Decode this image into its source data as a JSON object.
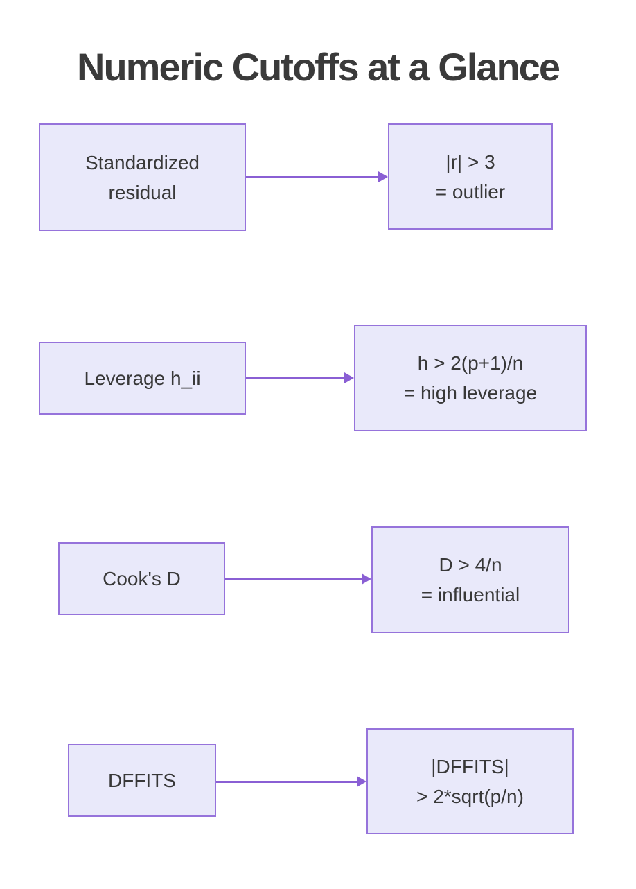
{
  "page": {
    "title": "Numeric Cutoffs at a Glance"
  },
  "colors": {
    "background": "#ffffff",
    "box_fill": "#e9e9fa",
    "box_border": "#9673db",
    "arrow": "#8a5fd4",
    "text": "#383838",
    "title_text": "#3a3a3a"
  },
  "rows": [
    {
      "source": {
        "lines": [
          "Standardized",
          "residual"
        ]
      },
      "cutoff": {
        "lines": [
          "|r| > 3",
          "= outlier"
        ]
      }
    },
    {
      "source": {
        "lines": [
          "Leverage h_ii"
        ]
      },
      "cutoff": {
        "lines": [
          "h > 2(p+1)/n",
          "= high leverage"
        ]
      }
    },
    {
      "source": {
        "lines": [
          "Cook's D"
        ]
      },
      "cutoff": {
        "lines": [
          "D > 4/n",
          "= influential"
        ]
      }
    },
    {
      "source": {
        "lines": [
          "DFFITS"
        ]
      },
      "cutoff": {
        "lines": [
          "|DFFITS|",
          "> 2*sqrt(p/n)"
        ]
      }
    }
  ]
}
